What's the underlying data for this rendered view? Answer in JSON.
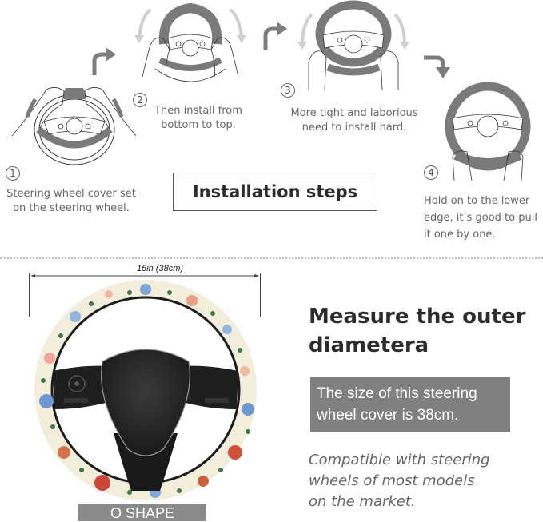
{
  "installation": {
    "title": "Installation steps",
    "steps": [
      {
        "number": "1",
        "text_line1": "Steering wheel cover set",
        "text_line2": "on the steering wheel."
      },
      {
        "number": "2",
        "text_line1": "Then install from",
        "text_line2": "bottom to top."
      },
      {
        "number": "3",
        "text_line1": "More tight and laborious",
        "text_line2": "need to install hard."
      },
      {
        "number": "4",
        "text_line1": "Hold on to the lower",
        "text_line2": "edge, it’s good to pull",
        "text_line3": "it one by one."
      }
    ]
  },
  "measurement": {
    "dimension_label": "15in (38cm)",
    "shape_label": "O SHAPE",
    "heading_line1": "Measure the outer",
    "heading_line2": "diametera",
    "size_line1": "The size of this steering",
    "size_line2": "wheel cover is 38cm.",
    "compat_line1": "Compatible with steering",
    "compat_line2": "wheels of most models",
    "compat_line3": "on the market."
  },
  "colors": {
    "cover_gray": "#7a7a7a",
    "arrow_gray": "#7d7d7d",
    "light_arrow": "#cfcfcf",
    "badge_gray": "#808080",
    "heading_text": "#2d2d2d"
  }
}
